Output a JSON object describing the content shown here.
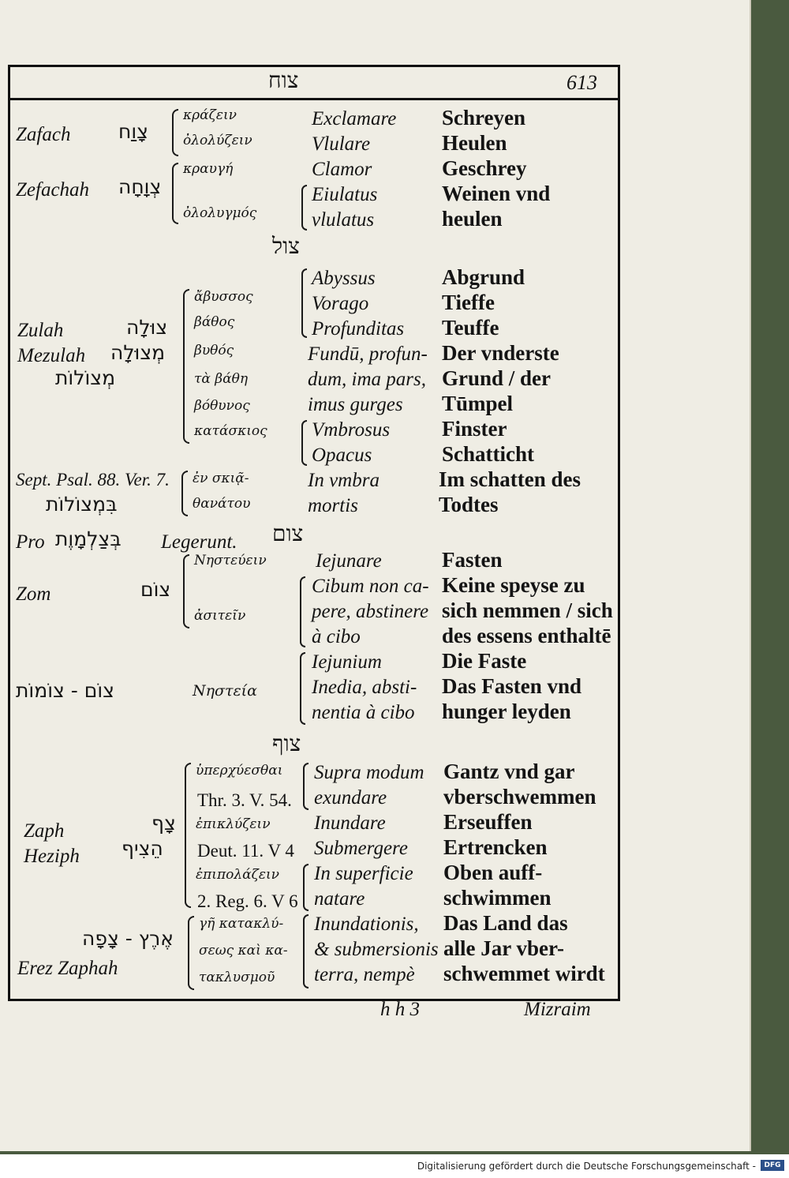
{
  "header": {
    "section_title": "צוח",
    "page_number": "613"
  },
  "entries": {
    "zwach": {
      "translit_1": "Zafach",
      "hebrew_1": "צָוַח",
      "greek_1a": "κράζειν",
      "greek_1b": "ὀλολύζειν",
      "latin_1a": "Exclamare",
      "latin_1b": "Vlulare",
      "german_1a": "Schreyen",
      "german_1b": "Heulen",
      "translit_2": "Zefachah",
      "hebrew_2": "צְוָחָה",
      "greek_2a": "κραυγή",
      "greek_2b": "ὀλολυγμός",
      "latin_2a": "Clamor",
      "latin_2b": "Eiulatus",
      "latin_2c": "vlulatus",
      "german_2a": "Geschrey",
      "german_2b": "Weinen vnd",
      "german_2c": "heulen"
    },
    "zul": {
      "section_title": "צול",
      "translit_1": "Zulah",
      "translit_2": "Mezulah",
      "hebrew_1": "צוּלָה",
      "hebrew_2": "מְצוּלָה",
      "hebrew_3": "מְצוֹלוֹת",
      "greek": [
        "ἄβυσσος",
        "βάθος",
        "βυθός",
        "τὰ βάθη",
        "βόθυνος",
        "κατάσκιος"
      ],
      "latin": [
        "Abyssus",
        "Vorago",
        "Profunditas",
        "Fundū, profun-",
        "dum, ima pars,",
        "imus gurges",
        "Vmbrosus",
        "Opacus"
      ],
      "german": [
        "Abgrund",
        "Tieffe",
        "Teuffe",
        "Der vnderste",
        "Grund / der",
        "Tūmpel",
        "Finster",
        "Schatticht"
      ],
      "sept_ref": "Sept. Psal. 88. Ver. 7.",
      "sept_greek_1": "ἐν σκιᾷ-",
      "sept_greek_2": "θανάτου",
      "sept_hebrew": "בִּמְצוֹלוֹת",
      "sept_latin_1": "In vmbra",
      "sept_latin_2": "mortis",
      "sept_german_1": "Im schatten des",
      "sept_german_2": "Todtes",
      "pro_label": "Pro",
      "pro_hebrew": "בְּצַלְמָוֶת",
      "pro_latin": "Legerunt."
    },
    "zom": {
      "section_title": "צום",
      "translit": "Zom",
      "hebrew": "צוֹם",
      "greek_1": "Νηστεύειν",
      "greek_2": "ἀσιτεῖν",
      "latin": [
        "Iejunare",
        "Cibum non ca-",
        "pere, abstinere",
        "à cibo"
      ],
      "german": [
        "Fasten",
        "Keine speyse zu",
        "sich nemmen / sich",
        "des essens enthaltē"
      ],
      "hebrew_2": "צוֹם - צוֹמוֹת",
      "greek_3": "Νηστεία",
      "latin_2": [
        "Iejunium",
        "Inedia, absti-",
        "nentia à cibo"
      ],
      "german_2": [
        "Die Faste",
        "Das Fasten vnd",
        "hunger leyden"
      ]
    },
    "zuph": {
      "section_title": "צוף",
      "translit_1": "Zaph",
      "translit_2": "Heziph",
      "hebrew_1": "צָף",
      "hebrew_2": "הֵצִיף",
      "greek_refs": [
        "ὑπερχύεσθαι",
        "Thr. 3. V. 54.",
        "ἐπικλύζειν",
        "Deut. 11. V 4",
        "ἐπιπολάζειν",
        "2. Reg. 6. V 6"
      ],
      "latin": [
        "Supra modum",
        "exundare",
        "Inundare",
        "Submergere",
        "In superficie",
        "natare"
      ],
      "german": [
        "Gantz vnd gar",
        "vberschwemmen",
        "Erseuffen",
        "Ertrencken",
        "Oben auff-",
        "schwimmen"
      ],
      "erez_hebrew": "אֶרֶץ - צָפָה",
      "erez_translit": "Erez Zaphah",
      "erez_greek": [
        "γῆ κατακλύ-",
        "σεως καὶ κα-",
        "τακλυσμοῦ"
      ],
      "erez_latin": [
        "Inundationis,",
        "& submersionis",
        "terra, nempè"
      ],
      "erez_german": [
        "Das Land das",
        "alle Jar vber-",
        "schwemmet wirdt"
      ]
    }
  },
  "footer": {
    "signature": "h h 3",
    "catchword": "Mizraim"
  },
  "credit_bar": {
    "text": "Digitalisierung gefördert durch die Deutsche Forschungsgemeinschaft -",
    "logo": "DFG"
  }
}
